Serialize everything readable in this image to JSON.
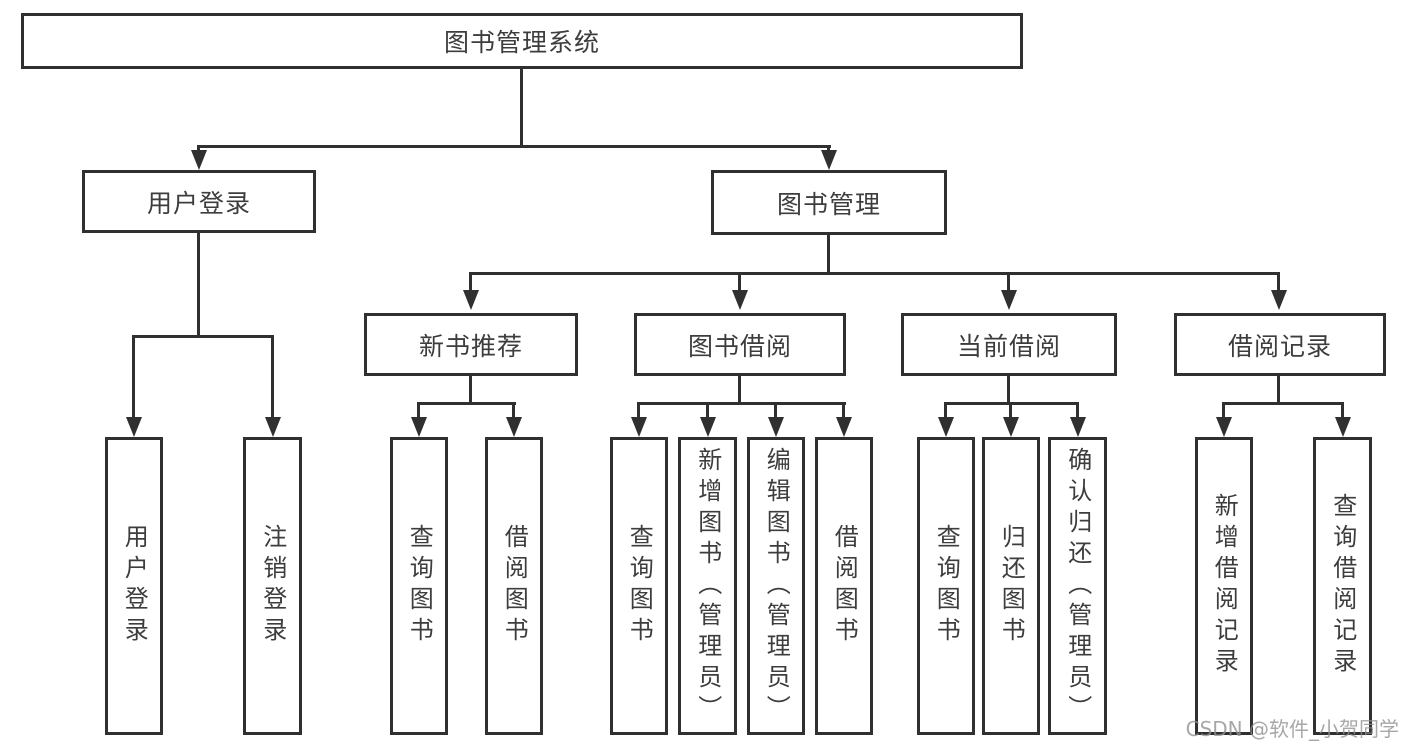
{
  "tree": {
    "root": "图书管理系统",
    "user_login": {
      "label": "用户登录",
      "children": [
        "用户登录",
        "注销登录"
      ]
    },
    "book_mgmt": {
      "label": "图书管理"
    },
    "new_books": {
      "label": "新书推荐",
      "children": [
        "查询图书",
        "借阅图书"
      ]
    },
    "book_borrow": {
      "label": "图书借阅",
      "children": [
        "查询图书",
        "新增图书（管理员）",
        "编辑图书（管理员）",
        "借阅图书"
      ]
    },
    "current_borrow": {
      "label": "当前借阅",
      "children": [
        "查询图书",
        "归还图书",
        "确认归还（管理员）"
      ]
    },
    "borrow_records": {
      "label": "借阅记录",
      "children": [
        "新增借阅记录",
        "查询借阅记录"
      ]
    }
  },
  "watermark": "CSDN @软件_小贺同学",
  "colors": {
    "line": "#303030",
    "text": "#3d3d3d",
    "background": "#ffffff",
    "watermark": "#919191"
  }
}
